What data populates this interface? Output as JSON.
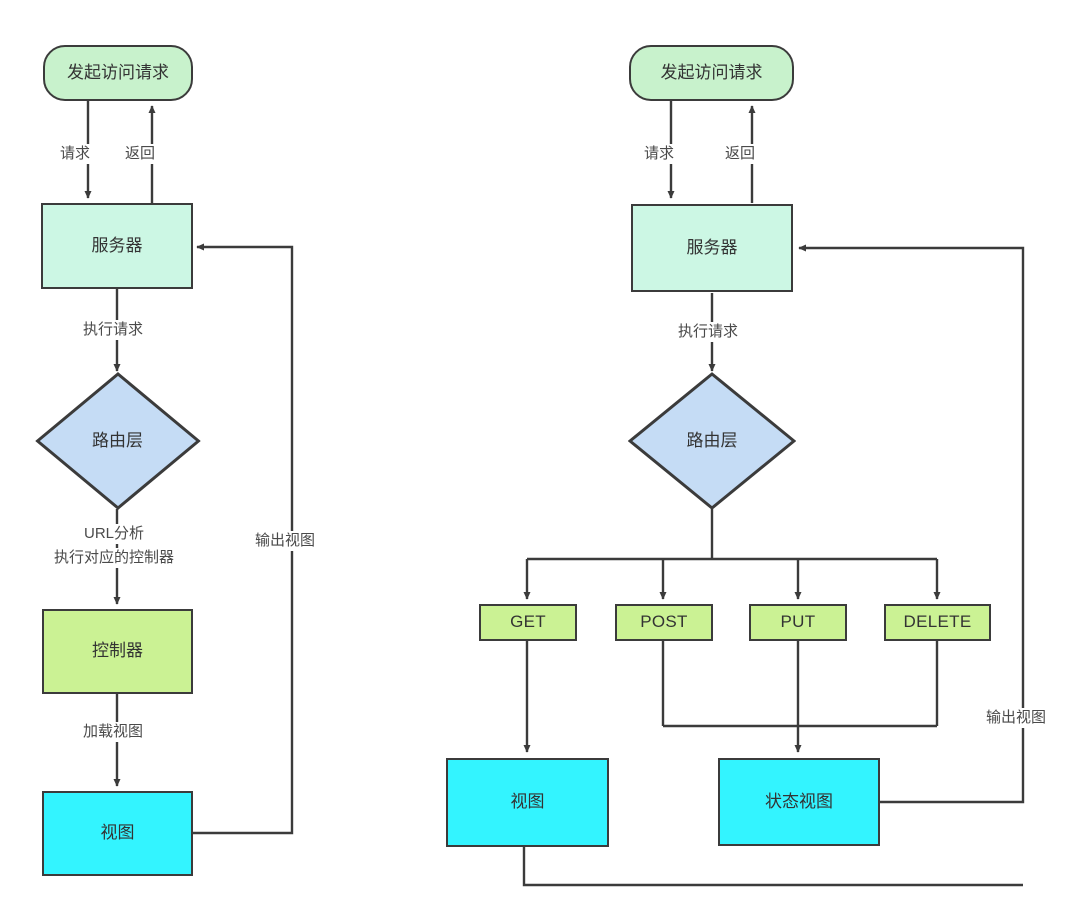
{
  "diagram": {
    "title": "MVC vs RESTful request flow comparison",
    "colors": {
      "terminal_fill": "#c8f2cc",
      "server_fill": "#ccf7e4",
      "router_fill": "#c5dcf5",
      "controller_fill": "#cbf294",
      "view_fill": "#33f4ff",
      "method_fill": "#cbf294",
      "stroke": "#3b3b3b",
      "text": "#333333",
      "label_text": "#4a4a4a",
      "background": "#ffffff"
    },
    "left_flow": {
      "nodes": [
        {
          "id": "start",
          "label": "发起访问请求",
          "shape": "terminal"
        },
        {
          "id": "server",
          "label": "服务器",
          "shape": "rect"
        },
        {
          "id": "router",
          "label": "路由层",
          "shape": "diamond"
        },
        {
          "id": "controller",
          "label": "控制器",
          "shape": "rect"
        },
        {
          "id": "view",
          "label": "视图",
          "shape": "rect"
        }
      ],
      "edge_labels": [
        {
          "id": "request",
          "text": "请求"
        },
        {
          "id": "return",
          "text": "返回"
        },
        {
          "id": "execute",
          "text": "执行请求"
        },
        {
          "id": "url-analysis-line1",
          "text": "URL分析"
        },
        {
          "id": "url-analysis-line2",
          "text": "执行对应的控制器"
        },
        {
          "id": "load-view",
          "text": "加载视图"
        },
        {
          "id": "output-view",
          "text": "输出视图"
        }
      ]
    },
    "right_flow": {
      "nodes": [
        {
          "id": "start",
          "label": "发起访问请求",
          "shape": "terminal"
        },
        {
          "id": "server",
          "label": "服务器",
          "shape": "rect"
        },
        {
          "id": "router",
          "label": "路由层",
          "shape": "diamond"
        },
        {
          "id": "view",
          "label": "视图",
          "shape": "rect"
        },
        {
          "id": "status-view",
          "label": "状态视图",
          "shape": "rect"
        }
      ],
      "methods": [
        {
          "id": "get",
          "label": "GET"
        },
        {
          "id": "post",
          "label": "POST"
        },
        {
          "id": "put",
          "label": "PUT"
        },
        {
          "id": "delete",
          "label": "DELETE"
        }
      ],
      "edge_labels": [
        {
          "id": "request",
          "text": "请求"
        },
        {
          "id": "return",
          "text": "返回"
        },
        {
          "id": "execute",
          "text": "执行请求"
        },
        {
          "id": "output-view",
          "text": "输出视图"
        }
      ]
    }
  }
}
